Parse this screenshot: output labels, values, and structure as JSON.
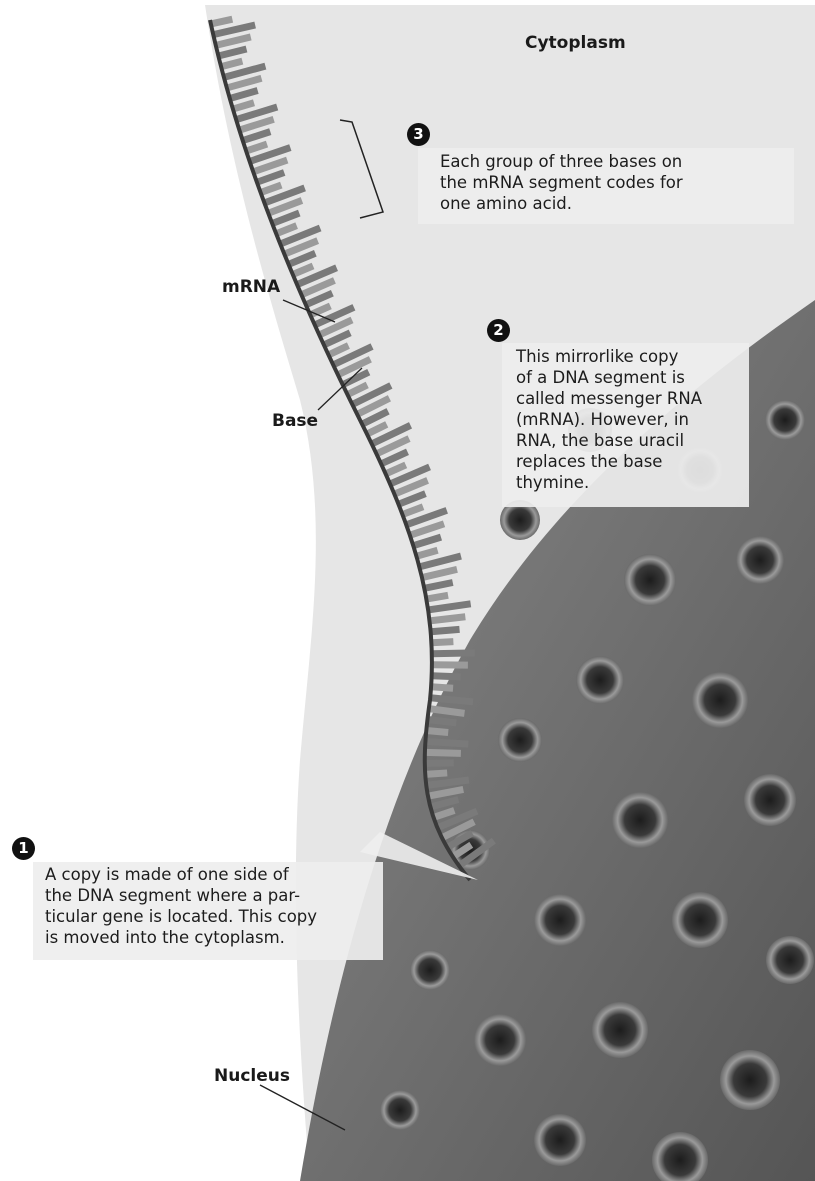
{
  "labels": {
    "cytoplasm": "Cytoplasm",
    "mrna": "mRNA",
    "base": "Base",
    "nucleus": "Nucleus"
  },
  "steps": [
    {
      "number": "1",
      "text": "A copy is made of one side of\nthe DNA segment where a par-\nticular gene is located. This copy\nis moved into the cytoplasm."
    },
    {
      "number": "2",
      "text": "This mirrorlike copy\nof a DNA segment is\ncalled messenger RNA\n(mRNA). However, in\nRNA, the base uracil\nreplaces the base\nthymine."
    },
    {
      "number": "3",
      "text": "Each group of three bases on\nthe mRNA segment codes for\none amino acid."
    }
  ],
  "colors": {
    "cytoplasm_fill": "#e6e6e6",
    "nucleus_fill": "#6f6f6f",
    "pore_fill": "#2b2b2b",
    "strand": "#3a3a3a",
    "bases": "#8a8a8a"
  }
}
